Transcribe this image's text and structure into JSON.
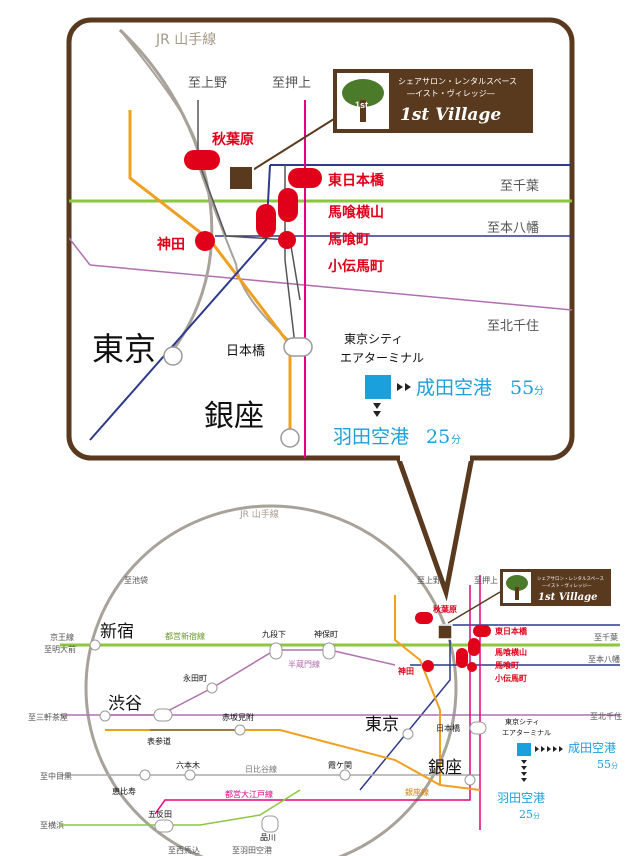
{
  "zoom_map": {
    "jr_label": "JR 山手線",
    "to_ueno": "至上野",
    "to_oshiage": "至押上",
    "to_chiba": "至千葉",
    "to_motoyawata": "至本八幡",
    "to_kitasenju": "至北千住",
    "stations": {
      "akihabara": "秋葉原",
      "higashi_nihonbashi": "東日本橋",
      "bakuro_yokoyama": "馬喰横山",
      "bakurocho": "馬喰町",
      "kodenmacho": "小伝馬町",
      "kanda": "神田",
      "tokyo": "東京",
      "nihonbashi": "日本橋",
      "ginza": "銀座"
    },
    "terminal": [
      "東京シティ",
      "エアターミナル"
    ],
    "narita": {
      "name": "成田空港",
      "minutes": "55",
      "unit": "分"
    },
    "haneda": {
      "name": "羽田空港",
      "minutes": "25",
      "unit": "分"
    }
  },
  "logo": {
    "subtitle_line1": "シェアサロン・レンタルスペース",
    "subtitle_line2": "―イスト・ヴィレッジ―",
    "name": "1st Village"
  },
  "overview_map": {
    "jr_label": "JR 山手線",
    "to_ikebukuro": "至池袋",
    "to_ueno": "至上野",
    "to_oshiage": "至押上",
    "to_chiba": "至千葉",
    "to_motoyawata": "至本八幡",
    "to_kitasenju": "至北千住",
    "to_keio": [
      "京王線",
      "至明大前"
    ],
    "to_sangenjaya": "至三軒茶屋",
    "to_nakameguro": "至中目黒",
    "to_yokohama": "至横浜",
    "to_nishimagome": "至西馬込",
    "to_haneda_airport": "至羽田空港",
    "line_shinjuku": "都営新宿線",
    "line_hanzomon": "半蔵門線",
    "line_oedo": "都営大江戸線",
    "line_ginza": "銀座線",
    "line_hibiya": "日比谷線",
    "stations": {
      "shinjuku": "新宿",
      "shibuya": "渋谷",
      "tokyo": "東京",
      "ginza": "銀座",
      "kudanshita": "九段下",
      "jimbocho": "神保町",
      "nagatacho": "永田町",
      "akasaka_mitsuke": "赤坂見附",
      "omotesando": "表参道",
      "roppongi": "六本木",
      "kasumigaseki": "霞ケ関",
      "ebisu": "恵比寿",
      "gotanda": "五反田",
      "shinagawa": "品川",
      "nihonbashi": "日本橋",
      "akihabara": "秋葉原",
      "kanda": "神田",
      "higashi_nihonbashi": "東日本橋",
      "bakuro_yokoyama": "馬喰横山",
      "bakurocho": "馬喰町",
      "kodenmacho": "小伝馬町"
    },
    "terminal": [
      "東京シティ",
      "エアターミナル"
    ],
    "narita": {
      "name": "成田空港",
      "minutes": "55",
      "unit": "分"
    },
    "haneda": {
      "name": "羽田空港",
      "minutes": "25",
      "unit": "分"
    }
  },
  "colors": {
    "frame": "#5a3a1e",
    "yamanote": "#a8a29a",
    "chuo": "#f0a020",
    "sobu": "#8dc63f",
    "asakusa": "#e4007f",
    "hibiya": "#b070b0",
    "shinjuku_line": "#2e3a8c",
    "station_red": "#e0001a",
    "airport_blue": "#1aa0dc",
    "logo_bg": "#5a3a1e"
  }
}
